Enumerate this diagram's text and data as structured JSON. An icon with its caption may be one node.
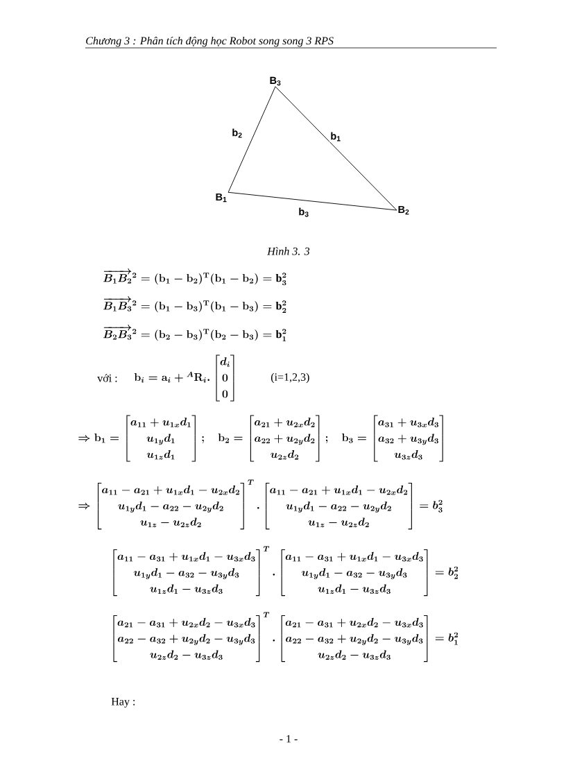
{
  "diagram": {
    "title": "Chương 3 : Phân tích động học Robot song song 3 RPS",
    "caption": "Hình 3. 3",
    "nodes": [
      {
        "text": [
          "B$_{3}$"
        ]
      },
      {
        "text": [
          "B$_{1}$"
        ]
      },
      {
        "text": [
          "B$_{2}$"
        ]
      }
    ],
    "edges": [
      {
        "from": 0,
        "to": 1,
        "arrow": "none",
        "label": "b$_{2}$"
      },
      {
        "from": 0,
        "to": 2,
        "arrow": "none",
        "label": "b$_{1}$"
      },
      {
        "from": 1,
        "to": 2,
        "arrow": "none",
        "label": "b$_{3}$"
      }
    ],
    "labels": [
      "\\overrightarrow{B_1B_2}^{2}=(\\mathbf{b}_1-\\mathbf{b}_2)^{\\mathbf{T}}(\\mathbf{b}_1-\\mathbf{b}_2)=\\mathrm{b}_3^{2}",
      "\\overrightarrow{B_1B_3}^{2}=(\\mathbf{b}_1-\\mathbf{b}_3)^{\\mathbf{T}}(\\mathbf{b}_1-\\mathbf{b}_3)=\\mathrm{b}_2^{2}",
      "\\overrightarrow{B_2B_3}^{2}=(\\mathbf{b}_2-\\mathbf{b}_3)^{\\mathbf{T}}(\\mathbf{b}_2-\\mathbf{b}_3)=\\mathrm{b}_1^{2}",
      "với :",
      "\\mathbf{b}_i=\\mathbf{a}_i+{}^{A}\\mathbf{R}_i.\\begin{bmatrix}d_i\\\\0\\\\0\\end{bmatrix}",
      "(i=1,2,3)",
      "\\Rightarrow\\mathbf{b}_1=\\begin{bmatrix}a_{11}+u_{1x}d_1\\\\u_{1y}d_1\\\\u_{1z}d_1\\end{bmatrix};\\quad\\mathbf{b}_2=\\begin{bmatrix}a_{21}+u_{2x}d_2\\\\a_{22}+u_{2y}d_2\\\\u_{2z}d_2\\end{bmatrix};\\quad\\mathbf{b}_3=\\begin{bmatrix}a_{31}+u_{3x}d_3\\\\a_{32}+u_{3y}d_3\\\\u_{3z}d_3\\end{bmatrix}",
      "\\Rightarrow\\begin{bmatrix}a_{11}-a_{21}+u_{1x}d_1-u_{2x}d_2\\\\u_{1y}d_1-a_{22}-u_{2y}d_2\\\\u_{1z}-u_{2z}d_2\\end{bmatrix}^{T}.\\begin{bmatrix}a_{11}-a_{21}+u_{1x}d_1-u_{2x}d_2\\\\u_{1y}d_1-a_{22}-u_{2y}d_2\\\\u_{1z}-u_{2z}d_2\\end{bmatrix}=b_3^2",
      "\\begin{bmatrix}a_{11}-a_{31}+u_{1x}d_1-u_{3x}d_3\\\\u_{1y}d_1-a_{32}-u_{3y}d_3\\\\u_{1z}d_1-u_{3z}d_3\\end{bmatrix}^{T}.\\begin{bmatrix}a_{11}-a_{31}+u_{1x}d_1-u_{3x}d_3\\\\u_{1y}d_1-a_{32}-u_{3y}d_3\\\\u_{1z}d_1-u_{3z}d_3\\end{bmatrix}=b_2^2",
      "\\begin{bmatrix}a_{21}-a_{31}+u_{2x}d_2-u_{3x}d_3\\\\a_{22}-a_{32}+u_{2y}d_2-u_{3y}d_3\\\\u_{2z}d_2-u_{3z}d_3\\end{bmatrix}^{T}.\\begin{bmatrix}a_{21}-a_{31}+u_{2x}d_2-u_{3x}d_3\\\\a_{22}-a_{32}+u_{2y}d_2-u_{3y}d_3\\\\u_{2z}d_2-u_{3z}d_3\\end{bmatrix}=b_1^2",
      "Hay :",
      "- 1 -"
    ]
  }
}
